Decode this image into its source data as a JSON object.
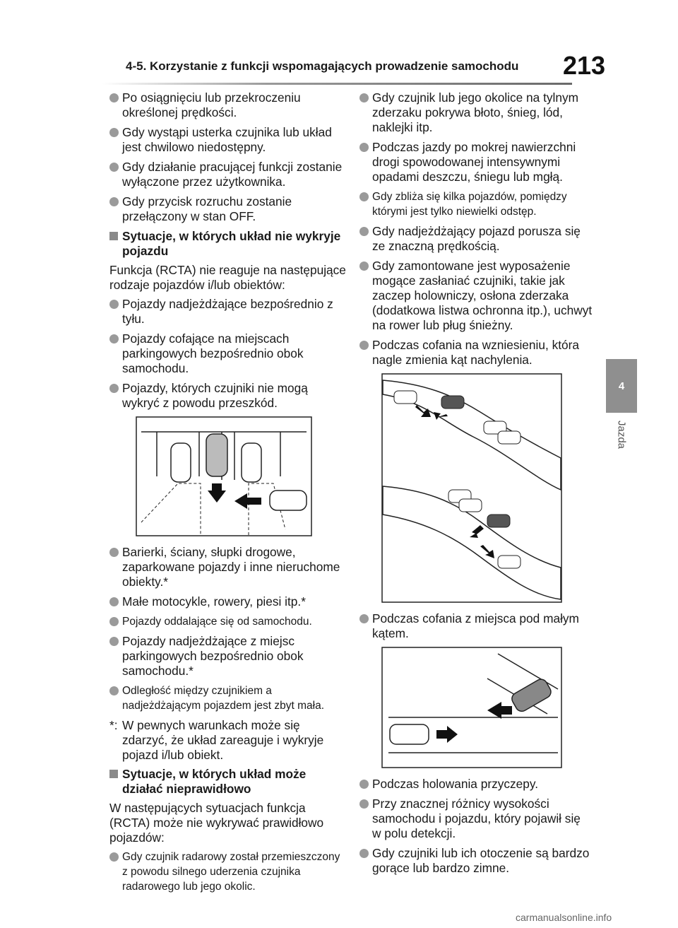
{
  "header": {
    "title": "4-5. Korzystanie z funkcji wspomagających prowadzenie samochodu",
    "page_number": "213"
  },
  "side_tab": {
    "chapter_number": "4",
    "chapter_label": "Jazda"
  },
  "left_column": {
    "bullets_a": [
      "Po osiągnięciu lub przekroczeniu określonej prędkości.",
      "Gdy wystąpi usterka czujnika lub układ jest chwilowo niedostępny.",
      "Gdy działanie pracującej funkcji zostanie wyłączone przez użytkownika.",
      "Gdy przycisk rozruchu zostanie przełączony w stan OFF."
    ],
    "heading_1": "Sytuacje, w których układ nie wykryje pojazdu",
    "para_1": "Funkcja (RCTA) nie reaguje na następujące rodzaje pojazdów i/lub obiektów:",
    "bullets_b": [
      "Pojazdy nadjeżdżające bezpośrednio z tyłu.",
      "Pojazdy cofające na miejscach parkingowych bezpośrednio obok samochodu.",
      "Pojazdy, których czujniki nie mogą wykryć z powodu przeszkód."
    ],
    "bullets_c": [
      "Barierki, ściany, słupki drogowe, zaparkowane pojazdy i inne nieruchome obiekty.*",
      "Małe motocykle, rowery, piesi itp.*",
      "Pojazdy oddalające się od samochodu.",
      "Pojazdy nadjeżdżające z miejsc parkingowych bezpośrednio obok samochodu.*",
      "Odległość między czujnikiem a nadjeżdżającym pojazdem jest zbyt mała."
    ],
    "note_mark": "*:",
    "note_text": "W pewnych warunkach może się zdarzyć, że układ zareaguje i wykryje pojazd i/lub obiekt.",
    "heading_2": "Sytuacje, w których układ może działać nieprawidłowo",
    "para_2": "W następujących sytuacjach funkcja (RCTA) może nie wykrywać prawidłowo pojazdów:",
    "bullets_d": [
      "Gdy czujnik radarowy został przemieszczony z powodu silnego uderzenia czujnika radarowego lub jego okolic."
    ]
  },
  "right_column": {
    "bullets_a": [
      "Gdy czujnik lub jego okolice na tylnym zderzaku pokrywa błoto, śnieg, lód, naklejki itp.",
      "Podczas jazdy po mokrej nawierzchni drogi spowodowanej intensywnymi opadami deszczu, śniegu lub mgłą.",
      "Gdy zbliża się kilka pojazdów, pomiędzy którymi jest tylko niewielki odstęp.",
      "Gdy nadjeżdżający pojazd porusza się ze znaczną prędkością.",
      "Gdy zamontowane jest wyposażenie mogące zasłaniać czujniki, takie jak zaczep holowniczy, osłona zderzaka (dodatkowa listwa ochronna itp.), uchwyt na rower lub pług śnieżny.",
      "Podczas cofania na wzniesieniu, która nagle zmienia kąt nachylenia."
    ],
    "bullets_b": [
      "Podczas cofania z miejsca pod małym kątem."
    ],
    "bullets_c": [
      "Podczas holowania przyczepy.",
      "Przy znacznej różnicy wysokości samochodu i pojazdu, który pojawił się w polu detekcji.",
      "Gdy czujniki lub ich otoczenie są bardzo gorące lub bardzo zimne."
    ]
  },
  "watermark": "carmanualsonline.info"
}
